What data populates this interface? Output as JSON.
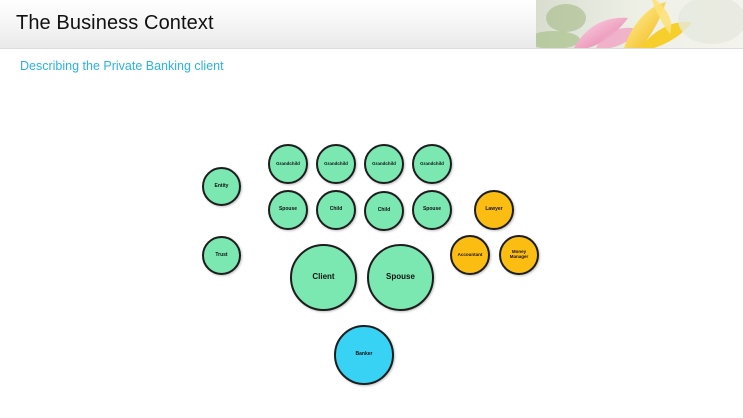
{
  "header": {
    "title": "The Business Context",
    "subtitle": "Describing the Private Banking client"
  },
  "colors": {
    "family_green": "#7be8b2",
    "advisor_orange": "#fbbd12",
    "banker_blue": "#38d2f5",
    "subtitle_cyan": "#2bb3e0"
  },
  "icons": {
    "header_art": "flower-photo"
  },
  "diagram": {
    "entity": "Entity",
    "trust": "Trust",
    "grandchildren": [
      "Grandchild",
      "Grandchild",
      "Grandchild",
      "Grandchild"
    ],
    "row2": [
      "Spouse",
      "Child",
      "Child",
      "Spouse"
    ],
    "client": "Client",
    "spouse": "Spouse",
    "lawyer": "Lawyer",
    "accountant": "Accountant",
    "money_manager": "Money Manager",
    "banker": "Banker"
  }
}
